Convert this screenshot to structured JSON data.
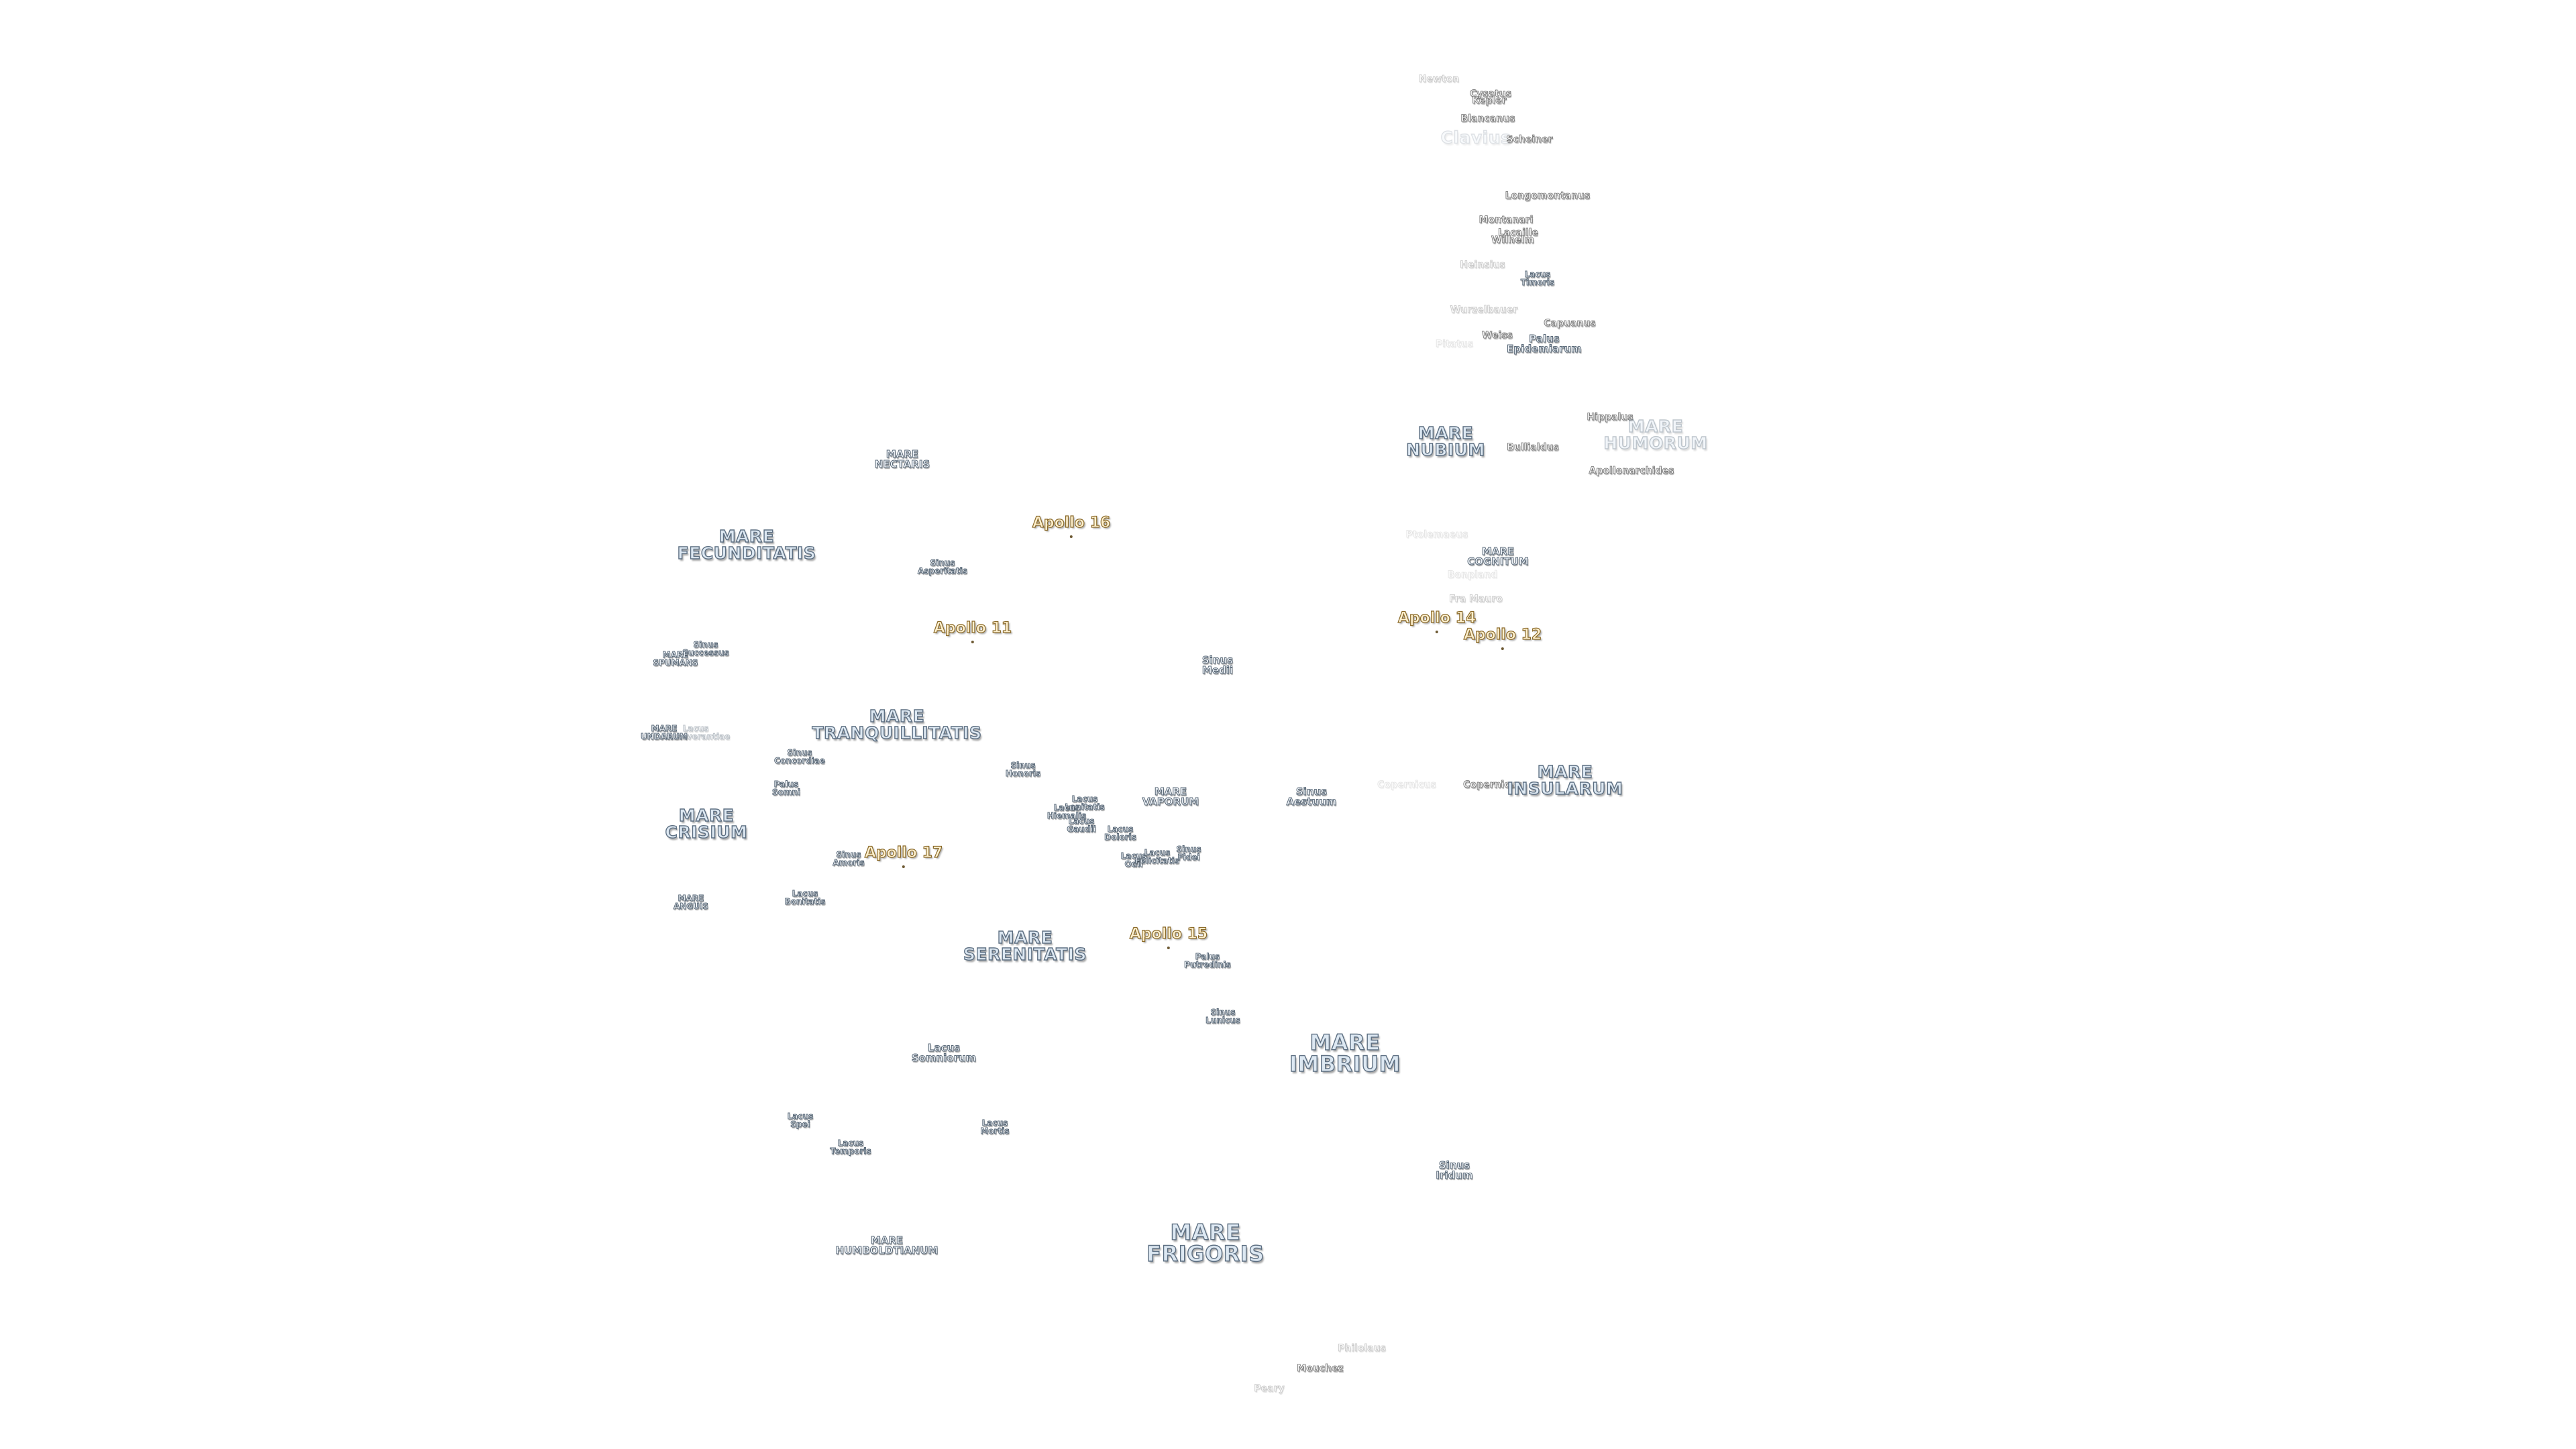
{
  "map": {
    "labels": [
      {
        "id": "newton",
        "text": "Newton",
        "kind": "crater faded"
      },
      {
        "id": "cysatus",
        "text": "Cysatus",
        "kind": "crater"
      },
      {
        "id": "kepler-n",
        "text": "Kepler",
        "kind": "crater"
      },
      {
        "id": "blancanus",
        "text": "Blancanus",
        "kind": "crater"
      },
      {
        "id": "clavius",
        "text": "Clavius",
        "kind": "mare ghost"
      },
      {
        "id": "scheiner",
        "text": "Scheiner",
        "kind": "crater"
      },
      {
        "id": "longomontanus",
        "text": "Longomontanus",
        "kind": "crater"
      },
      {
        "id": "montanari",
        "text": "Montanari",
        "kind": "crater"
      },
      {
        "id": "lacaille",
        "text": "Lacaille",
        "kind": "crater"
      },
      {
        "id": "wilhelm",
        "text": "Wilhelm",
        "kind": "crater"
      },
      {
        "id": "heinsius",
        "text": "Heinsius",
        "kind": "crater faded"
      },
      {
        "id": "lacus-timoris",
        "text": "Lacus\nTimoris",
        "kind": "minor sm"
      },
      {
        "id": "wurzelbauer",
        "text": "Wurzelbauer",
        "kind": "crater faded"
      },
      {
        "id": "capuanus",
        "text": "Capuanus",
        "kind": "crater"
      },
      {
        "id": "weiss",
        "text": "Weiss",
        "kind": "crater"
      },
      {
        "id": "palus-epidemiarum",
        "text": "Palus\nEpidemiarum",
        "kind": "minor"
      },
      {
        "id": "pitatus",
        "text": "Pitatus",
        "kind": "crater ghost"
      },
      {
        "id": "hippalus",
        "text": "Hippalus",
        "kind": "crater"
      },
      {
        "id": "mare-humorum",
        "text": "MARE\nHUMORUM",
        "kind": "mare faded"
      },
      {
        "id": "mare-nubium",
        "text": "MARE\nNUBIUM",
        "kind": "mare"
      },
      {
        "id": "bullialdus",
        "text": "Bullialdus",
        "kind": "crater"
      },
      {
        "id": "apollonides",
        "text": "Apollonarchides",
        "kind": "crater"
      },
      {
        "id": "mare-nectaris",
        "text": "MARE\nNECTARIS",
        "kind": "minor"
      },
      {
        "id": "apollo-16",
        "text": "Apollo 16",
        "kind": "apollo"
      },
      {
        "id": "mare-fecunditatis",
        "text": "MARE\nFECUNDITATIS",
        "kind": "mare"
      },
      {
        "id": "sinus-asperitatis",
        "text": "Sinus\nAsperitatis",
        "kind": "minor sm"
      },
      {
        "id": "ptolemaeus",
        "text": "Ptolemaeus",
        "kind": "crater ghost"
      },
      {
        "id": "mare-cognitum",
        "text": "MARE\nCOGNITUM",
        "kind": "minor"
      },
      {
        "id": "bonpland",
        "text": "Bonpland",
        "kind": "crater ghost"
      },
      {
        "id": "fra-mauro",
        "text": "Fra Mauro",
        "kind": "crater faded"
      },
      {
        "id": "apollo-14",
        "text": "Apollo 14",
        "kind": "apollo"
      },
      {
        "id": "apollo-12",
        "text": "Apollo 12",
        "kind": "apollo"
      },
      {
        "id": "apollo-11",
        "text": "Apollo 11",
        "kind": "apollo"
      },
      {
        "id": "sinus-successus",
        "text": "Sinus\nSuccessus",
        "kind": "minor sm"
      },
      {
        "id": "mare-spumans",
        "text": "MARE\nSPUMANS",
        "kind": "minor sm"
      },
      {
        "id": "sinus-medii",
        "text": "Sinus\nMedii",
        "kind": "minor"
      },
      {
        "id": "mare-tranquillitatis",
        "text": "MARE\nTRANQUILLITATIS",
        "kind": "mare"
      },
      {
        "id": "mare-undarum",
        "text": "MARE\nUNDARUM",
        "kind": "minor sm"
      },
      {
        "id": "lacus-perseverantiae",
        "text": "Lacus\nPerseverantiae",
        "kind": "minor sm faded"
      },
      {
        "id": "sinus-concordiae",
        "text": "Sinus\nConcordiae",
        "kind": "minor sm"
      },
      {
        "id": "sinus-honoris",
        "text": "Sinus\nHonoris",
        "kind": "minor sm"
      },
      {
        "id": "lacus-lenitatis",
        "text": "Lacus\nLenitatis",
        "kind": "minor sm"
      },
      {
        "id": "lacus-hiemalis",
        "text": "Lacus\nHiemalis",
        "kind": "minor sm"
      },
      {
        "id": "mare-vaporum",
        "text": "MARE\nVAPORUM",
        "kind": "minor"
      },
      {
        "id": "sinus-aestuum",
        "text": "Sinus\nAestuum",
        "kind": "minor"
      },
      {
        "id": "copernicus-ghost",
        "text": "Copernicus",
        "kind": "crater ghost"
      },
      {
        "id": "copernicus",
        "text": "Copernicus",
        "kind": "crater"
      },
      {
        "id": "mare-insularum",
        "text": "MARE\nINSULARUM",
        "kind": "mare"
      },
      {
        "id": "palus-somni",
        "text": "Palus\nSomni",
        "kind": "minor sm"
      },
      {
        "id": "lacus-gaudii",
        "text": "Lacus\nGaudii",
        "kind": "minor sm"
      },
      {
        "id": "lacus-doloris",
        "text": "Lacus\nDoloris",
        "kind": "minor sm"
      },
      {
        "id": "mare-crisium",
        "text": "MARE\nCRISIUM",
        "kind": "mare"
      },
      {
        "id": "sinus-amoris",
        "text": "Sinus\nAmoris",
        "kind": "minor sm"
      },
      {
        "id": "apollo-17",
        "text": "Apollo 17",
        "kind": "apollo"
      },
      {
        "id": "lacus-odii",
        "text": "Lacus\nOdii",
        "kind": "minor sm"
      },
      {
        "id": "lacus-felicitatis",
        "text": "Lacus\nFelicitatis",
        "kind": "minor sm"
      },
      {
        "id": "sinus-fidei",
        "text": "Sinus\nFidei",
        "kind": "minor sm"
      },
      {
        "id": "mare-anguis",
        "text": "MARE\nANGUIS",
        "kind": "minor sm"
      },
      {
        "id": "lacus-bonitatis",
        "text": "Lacus\nBonitatis",
        "kind": "minor sm"
      },
      {
        "id": "apollo-15",
        "text": "Apollo 15",
        "kind": "apollo"
      },
      {
        "id": "mare-serenitatis",
        "text": "MARE\nSERENITATIS",
        "kind": "mare"
      },
      {
        "id": "palus-putredinis",
        "text": "Palus\nPutredinis",
        "kind": "minor sm"
      },
      {
        "id": "sinus-lunicus",
        "text": "Sinus\nLunicus",
        "kind": "minor sm"
      },
      {
        "id": "lacus-somniorum",
        "text": "Lacus\nSomniorum",
        "kind": "minor"
      },
      {
        "id": "mare-imbrium",
        "text": "MARE\nIMBRIUM",
        "kind": "mare big"
      },
      {
        "id": "lacus-spei",
        "text": "Lacus\nSpei",
        "kind": "minor sm"
      },
      {
        "id": "lacus-mortis",
        "text": "Lacus\nMortis",
        "kind": "minor sm"
      },
      {
        "id": "lacus-temporis",
        "text": "Lacus\nTemporis",
        "kind": "minor sm"
      },
      {
        "id": "sinus-iridum",
        "text": "Sinus\nIridum",
        "kind": "minor"
      },
      {
        "id": "mare-humboldtianum",
        "text": "MARE\nHUMBOLDTIANUM",
        "kind": "minor"
      },
      {
        "id": "mare-frigoris",
        "text": "MARE\nFRIGORIS",
        "kind": "mare big"
      },
      {
        "id": "philolaus",
        "text": "Philolaus",
        "kind": "crater faded"
      },
      {
        "id": "mouchez",
        "text": "Mouchez",
        "kind": "crater"
      },
      {
        "id": "peary",
        "text": "Peary",
        "kind": "crater faded"
      }
    ]
  }
}
